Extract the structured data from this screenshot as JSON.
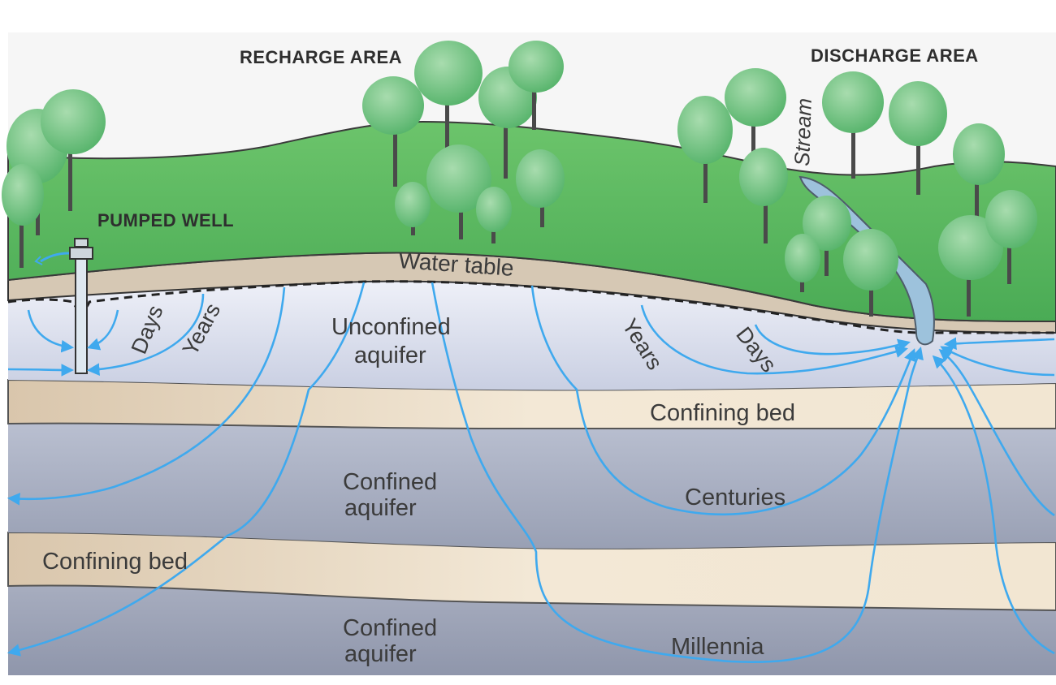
{
  "labels": {
    "recharge_area": "RECHARGE AREA",
    "discharge_area": "DISCHARGE AREA",
    "pumped_well": "PUMPED WELL",
    "stream": "Stream",
    "water_table": "Water table",
    "unconfined_aquifer_line1": "Unconfined",
    "unconfined_aquifer_line2": "aquifer",
    "confining_bed_upper": "Confining bed",
    "confined_aquifer_upper_line1": "Confined",
    "confined_aquifer_upper_line2": "aquifer",
    "confining_bed_lower": "Confining bed",
    "confined_aquifer_lower_line1": "Confined",
    "confined_aquifer_lower_line2": "aquifer",
    "days_well": "Days",
    "years_well": "Years",
    "years_stream": "Years",
    "days_stream": "Days",
    "centuries": "Centuries",
    "millennia": "Millennia"
  },
  "colors": {
    "grass": "#5cb85f",
    "soil": "#d8c9b3",
    "unconfined_aquifer": "#dfe3f0",
    "confining_bed": "#efe2cc",
    "confined_aquifer": "#aab1c4",
    "deep_aquifer": "#9aa1b5",
    "flow_line": "#3fa9ee",
    "stream": "#9dc2dc",
    "tree_canopy": "#6dc07c",
    "tree_trunk": "#4a4a4a"
  }
}
